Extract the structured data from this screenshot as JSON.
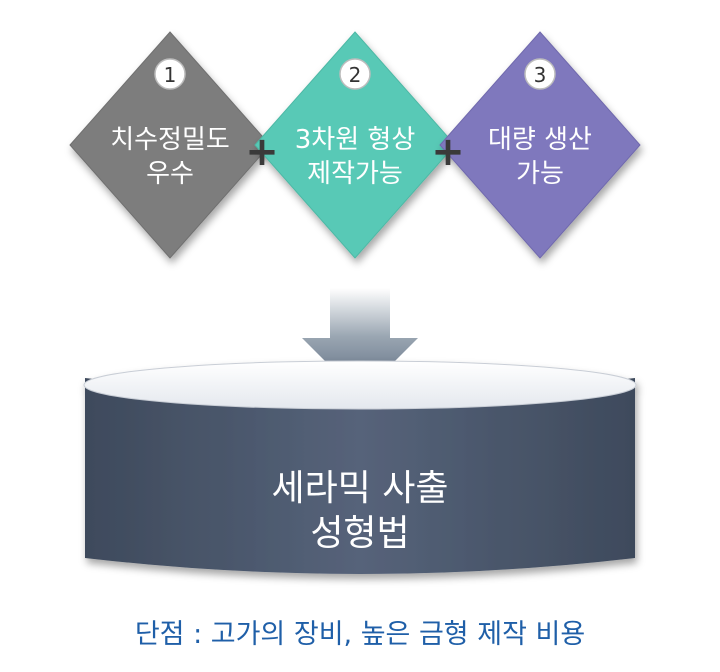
{
  "steps": [
    {
      "number": "1",
      "line1": "치수정밀도",
      "line2": "우수",
      "color": "#7d7d7d"
    },
    {
      "number": "2",
      "line1": "3차원 형상",
      "line2": "제작가능",
      "color": "#59c9b6"
    },
    {
      "number": "3",
      "line1": "대량 생산",
      "line2": "가능",
      "color": "#7f78bd"
    }
  ],
  "connector": {
    "symbol": "+"
  },
  "result": {
    "line1": "세라믹 사출",
    "line2": "성형법",
    "color": "#4d5a6e"
  },
  "caption": {
    "text": "단점 : 고가의 장비, 높은 금형 제작 비용",
    "color": "#1f5fa8"
  }
}
